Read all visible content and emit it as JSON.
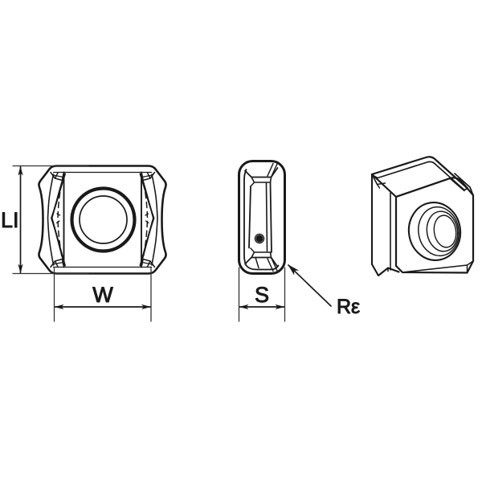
{
  "drawing": {
    "title": "Indexable milling insert dimension drawing",
    "background_color": "#ffffff",
    "line_color": "#1a1a1a",
    "views": [
      {
        "name": "front-view",
        "description": "Front face of insert showing central mounting hole, concave side flanks and chamfered corners"
      },
      {
        "name": "side-view",
        "description": "Side profile of insert showing thickness and rounded corner"
      },
      {
        "name": "isometric-view",
        "description": "3D pictorial view of the insert showing the countersunk hole and cutting edges"
      }
    ]
  },
  "dimensions": {
    "length": {
      "symbol": "LI",
      "view": "front-view",
      "orientation": "vertical",
      "position": "left"
    },
    "width": {
      "symbol": "W",
      "view": "front-view",
      "orientation": "horizontal",
      "position": "bottom"
    },
    "thickness": {
      "symbol": "S",
      "view": "side-view",
      "orientation": "horizontal",
      "position": "bottom"
    },
    "corner_radius": {
      "symbol": "Rε",
      "view": "side-view",
      "orientation": "leader",
      "position": "bottom-right",
      "leader_target": "lower-right corner radius of side view"
    }
  },
  "colors": {
    "line": "#1a1a1a",
    "text": "#1a1a1a",
    "background": "#ffffff",
    "thin_line": "#333333"
  }
}
